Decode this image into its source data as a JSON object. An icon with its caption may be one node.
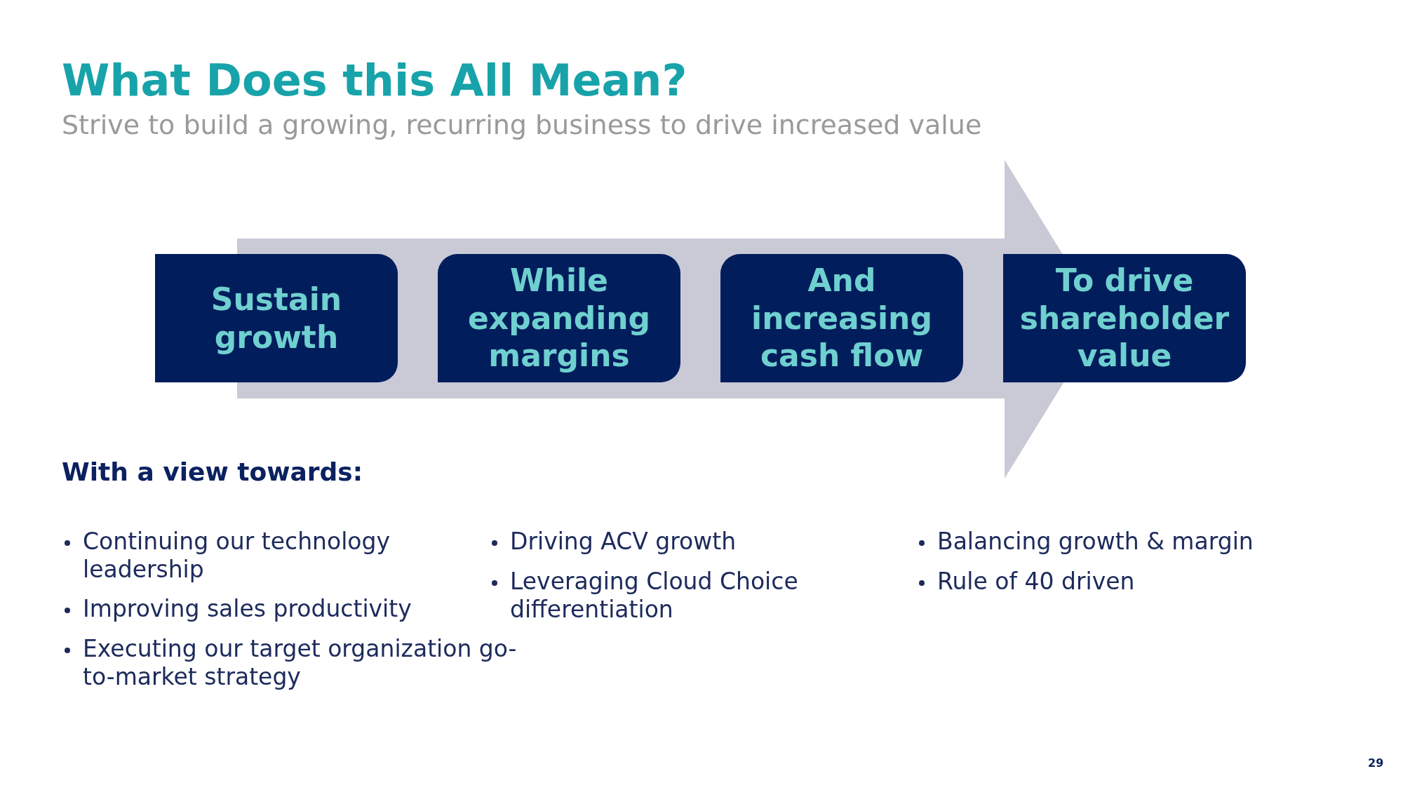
{
  "diagram": {
    "title": "What Does this All Mean?",
    "nodes": [
      {
        "text": [
          "Sustain growth"
        ]
      },
      {
        "text": [
          "While expanding margins"
        ]
      },
      {
        "text": [
          "And increasing cash flow"
        ]
      },
      {
        "text": [
          "To drive shareholder value"
        ]
      }
    ],
    "labels": [
      "Strive to build a growing, recurring business to drive increased value",
      "With a view towards:",
      "Continuing our technology leadership",
      "Improving sales productivity",
      "Executing our target organization go-to-market strategy",
      "Driving ACV growth",
      "Leveraging Cloud Choice differentiation",
      "Balancing growth & margin",
      "Rule of 40 driven",
      "29"
    ]
  }
}
